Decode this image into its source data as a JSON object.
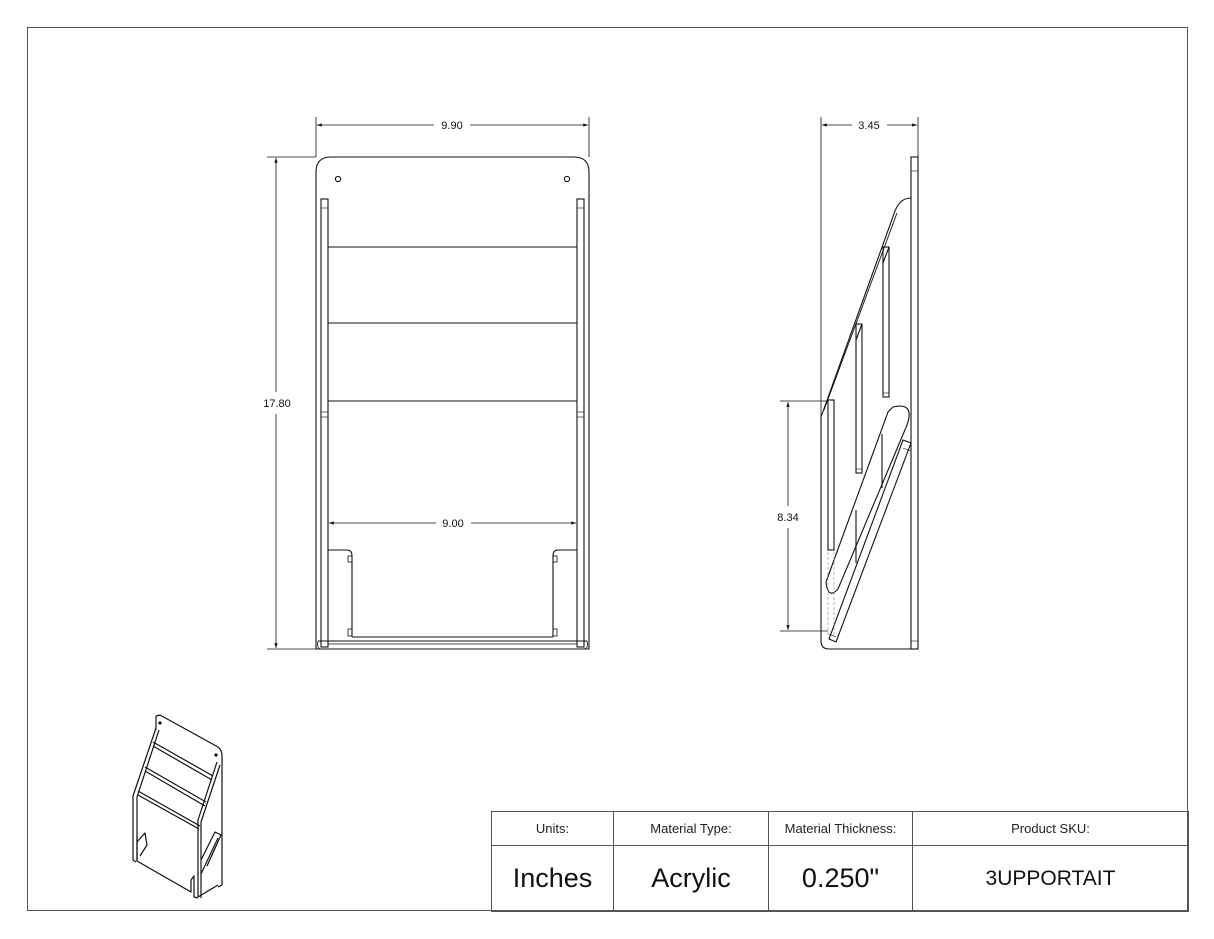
{
  "drawing": {
    "front_view": {
      "dimensions": {
        "overall_width": "9.90",
        "overall_height": "17.80",
        "inner_width": "9.00"
      }
    },
    "side_view": {
      "dimensions": {
        "overall_depth": "3.45",
        "pocket_height": "8.34"
      }
    },
    "isometric_view": {
      "label": ""
    }
  },
  "title_block": {
    "headers": [
      "Units:",
      "Material Type:",
      "Material Thickness:",
      "Product SKU:"
    ],
    "values": [
      "Inches",
      "Acrylic",
      "0.250\"",
      "3UPPORTAIT"
    ]
  },
  "colors": {
    "line": "#111111",
    "frame": "#555555",
    "hidden_line": "#999999",
    "background": "#ffffff"
  }
}
